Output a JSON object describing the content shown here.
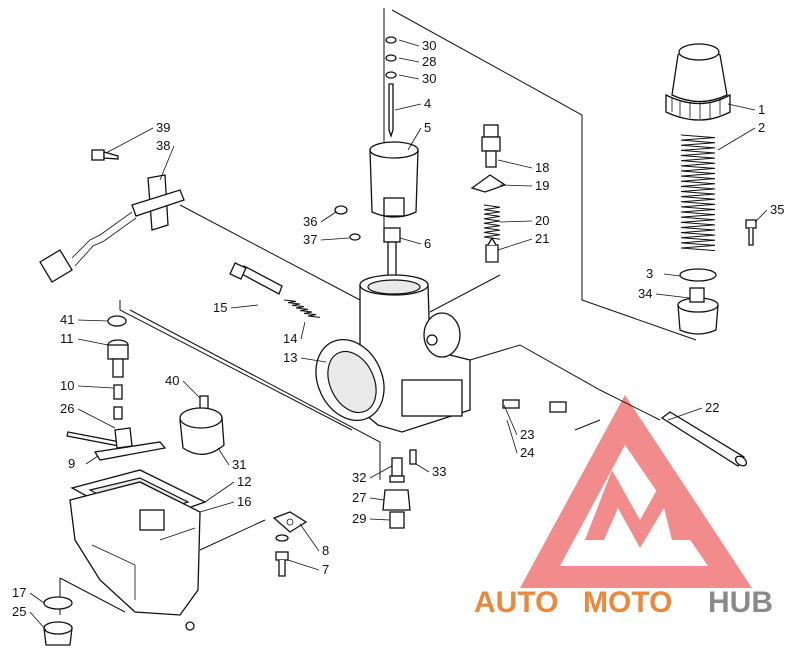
{
  "callouts": [
    {
      "id": "c30a",
      "num": "30"
    },
    {
      "id": "c28",
      "num": "28"
    },
    {
      "id": "c30b",
      "num": "30"
    },
    {
      "id": "c4",
      "num": "4"
    },
    {
      "id": "c5",
      "num": "5"
    },
    {
      "id": "c1",
      "num": "1"
    },
    {
      "id": "c2",
      "num": "2"
    },
    {
      "id": "c39",
      "num": "39"
    },
    {
      "id": "c38",
      "num": "38"
    },
    {
      "id": "c18",
      "num": "18"
    },
    {
      "id": "c19",
      "num": "19"
    },
    {
      "id": "c20",
      "num": "20"
    },
    {
      "id": "c21",
      "num": "21"
    },
    {
      "id": "c36",
      "num": "36"
    },
    {
      "id": "c37",
      "num": "37"
    },
    {
      "id": "c6",
      "num": "6"
    },
    {
      "id": "c35",
      "num": "35"
    },
    {
      "id": "c3",
      "num": "3"
    },
    {
      "id": "c34",
      "num": "34"
    },
    {
      "id": "c15",
      "num": "15"
    },
    {
      "id": "c14",
      "num": "14"
    },
    {
      "id": "c13",
      "num": "13"
    },
    {
      "id": "c41",
      "num": "41"
    },
    {
      "id": "c11",
      "num": "11"
    },
    {
      "id": "c10",
      "num": "10"
    },
    {
      "id": "c40",
      "num": "40"
    },
    {
      "id": "c26",
      "num": "26"
    },
    {
      "id": "c9",
      "num": "9"
    },
    {
      "id": "c31",
      "num": "31"
    },
    {
      "id": "c22",
      "num": "22"
    },
    {
      "id": "c23",
      "num": "23"
    },
    {
      "id": "c24",
      "num": "24"
    },
    {
      "id": "c32",
      "num": "32"
    },
    {
      "id": "c33",
      "num": "33"
    },
    {
      "id": "c27",
      "num": "27"
    },
    {
      "id": "c29",
      "num": "29"
    },
    {
      "id": "c12",
      "num": "12"
    },
    {
      "id": "c16",
      "num": "16"
    },
    {
      "id": "c8",
      "num": "8"
    },
    {
      "id": "c7",
      "num": "7"
    },
    {
      "id": "c17",
      "num": "17"
    },
    {
      "id": "c25",
      "num": "25"
    }
  ],
  "watermark": {
    "part1": "AUTO",
    "part2": "MOTO",
    "part3": "HUB",
    "colors": {
      "primary": "#e8893d",
      "secondary": "#8a8a8a",
      "logo": "#e8302f"
    }
  }
}
